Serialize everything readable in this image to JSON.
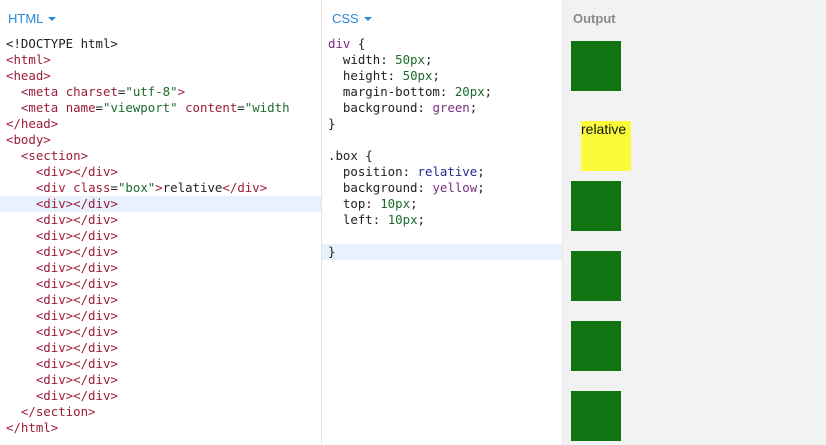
{
  "html_panel": {
    "title": "HTML",
    "lines": [
      {
        "segments": [
          {
            "t": "<!DOCTYPE html>",
            "c": "plain"
          }
        ]
      },
      {
        "segments": [
          {
            "t": "<html>",
            "c": "tag"
          }
        ]
      },
      {
        "segments": [
          {
            "t": "<head>",
            "c": "tag"
          }
        ]
      },
      {
        "segments": [
          {
            "t": "  ",
            "c": "plain"
          },
          {
            "t": "<meta ",
            "c": "tag"
          },
          {
            "t": "charset",
            "c": "attr"
          },
          {
            "t": "=",
            "c": "plain"
          },
          {
            "t": "\"utf-8\"",
            "c": "str"
          },
          {
            "t": ">",
            "c": "tag"
          }
        ]
      },
      {
        "segments": [
          {
            "t": "  ",
            "c": "plain"
          },
          {
            "t": "<meta ",
            "c": "tag"
          },
          {
            "t": "name",
            "c": "attr"
          },
          {
            "t": "=",
            "c": "plain"
          },
          {
            "t": "\"viewport\"",
            "c": "str"
          },
          {
            "t": " content",
            "c": "attr"
          },
          {
            "t": "=",
            "c": "plain"
          },
          {
            "t": "\"width",
            "c": "str"
          }
        ]
      },
      {
        "segments": [
          {
            "t": "</head>",
            "c": "tag"
          }
        ]
      },
      {
        "segments": [
          {
            "t": "<body>",
            "c": "tag"
          }
        ]
      },
      {
        "segments": [
          {
            "t": "  ",
            "c": "plain"
          },
          {
            "t": "<section>",
            "c": "tag"
          }
        ]
      },
      {
        "segments": [
          {
            "t": "    ",
            "c": "plain"
          },
          {
            "t": "<div></div>",
            "c": "tag"
          }
        ]
      },
      {
        "segments": [
          {
            "t": "    ",
            "c": "plain"
          },
          {
            "t": "<div ",
            "c": "tag"
          },
          {
            "t": "class",
            "c": "attr"
          },
          {
            "t": "=",
            "c": "plain"
          },
          {
            "t": "\"box\"",
            "c": "str"
          },
          {
            "t": ">",
            "c": "tag"
          },
          {
            "t": "relative",
            "c": "plain"
          },
          {
            "t": "</div>",
            "c": "tag"
          }
        ]
      },
      {
        "segments": [
          {
            "t": "    ",
            "c": "plain"
          },
          {
            "t": "<div></div>",
            "c": "tag"
          }
        ],
        "active": true
      },
      {
        "segments": [
          {
            "t": "    ",
            "c": "plain"
          },
          {
            "t": "<div></div>",
            "c": "tag"
          }
        ]
      },
      {
        "segments": [
          {
            "t": "    ",
            "c": "plain"
          },
          {
            "t": "<div></div>",
            "c": "tag"
          }
        ]
      },
      {
        "segments": [
          {
            "t": "    ",
            "c": "plain"
          },
          {
            "t": "<div></div>",
            "c": "tag"
          }
        ]
      },
      {
        "segments": [
          {
            "t": "    ",
            "c": "plain"
          },
          {
            "t": "<div></div>",
            "c": "tag"
          }
        ]
      },
      {
        "segments": [
          {
            "t": "    ",
            "c": "plain"
          },
          {
            "t": "<div></div>",
            "c": "tag"
          }
        ]
      },
      {
        "segments": [
          {
            "t": "    ",
            "c": "plain"
          },
          {
            "t": "<div></div>",
            "c": "tag"
          }
        ]
      },
      {
        "segments": [
          {
            "t": "    ",
            "c": "plain"
          },
          {
            "t": "<div></div>",
            "c": "tag"
          }
        ]
      },
      {
        "segments": [
          {
            "t": "    ",
            "c": "plain"
          },
          {
            "t": "<div></div>",
            "c": "tag"
          }
        ]
      },
      {
        "segments": [
          {
            "t": "    ",
            "c": "plain"
          },
          {
            "t": "<div></div>",
            "c": "tag"
          }
        ]
      },
      {
        "segments": [
          {
            "t": "    ",
            "c": "plain"
          },
          {
            "t": "<div></div>",
            "c": "tag"
          }
        ]
      },
      {
        "segments": [
          {
            "t": "    ",
            "c": "plain"
          },
          {
            "t": "<div></div>",
            "c": "tag"
          }
        ]
      },
      {
        "segments": [
          {
            "t": "    ",
            "c": "plain"
          },
          {
            "t": "<div></div>",
            "c": "tag"
          }
        ]
      },
      {
        "segments": [
          {
            "t": "  ",
            "c": "plain"
          },
          {
            "t": "</section>",
            "c": "tag"
          }
        ]
      },
      {
        "segments": [
          {
            "t": "</html>",
            "c": "tag"
          }
        ]
      }
    ]
  },
  "css_panel": {
    "title": "CSS",
    "lines": [
      {
        "segments": [
          {
            "t": "div",
            "c": "sel"
          },
          {
            "t": " {",
            "c": "plain"
          }
        ]
      },
      {
        "segments": [
          {
            "t": "  width: ",
            "c": "plain"
          },
          {
            "t": "50px",
            "c": "num"
          },
          {
            "t": ";",
            "c": "plain"
          }
        ]
      },
      {
        "segments": [
          {
            "t": "  height: ",
            "c": "plain"
          },
          {
            "t": "50px",
            "c": "num"
          },
          {
            "t": ";",
            "c": "plain"
          }
        ]
      },
      {
        "segments": [
          {
            "t": "  margin-bottom: ",
            "c": "plain"
          },
          {
            "t": "20px",
            "c": "num"
          },
          {
            "t": ";",
            "c": "plain"
          }
        ]
      },
      {
        "segments": [
          {
            "t": "  background: ",
            "c": "plain"
          },
          {
            "t": "green",
            "c": "sel"
          },
          {
            "t": ";",
            "c": "plain"
          }
        ]
      },
      {
        "segments": [
          {
            "t": "}",
            "c": "plain"
          }
        ]
      },
      {
        "segments": [
          {
            "t": "",
            "c": "plain"
          }
        ]
      },
      {
        "segments": [
          {
            "t": ".box {",
            "c": "plain"
          }
        ]
      },
      {
        "segments": [
          {
            "t": "  position: ",
            "c": "plain"
          },
          {
            "t": "relative",
            "c": "kw"
          },
          {
            "t": ";",
            "c": "plain"
          }
        ]
      },
      {
        "segments": [
          {
            "t": "  background: ",
            "c": "plain"
          },
          {
            "t": "yellow",
            "c": "sel"
          },
          {
            "t": ";",
            "c": "plain"
          }
        ]
      },
      {
        "segments": [
          {
            "t": "  top: ",
            "c": "plain"
          },
          {
            "t": "10px",
            "c": "num"
          },
          {
            "t": ";",
            "c": "plain"
          }
        ]
      },
      {
        "segments": [
          {
            "t": "  left: ",
            "c": "plain"
          },
          {
            "t": "10px",
            "c": "num"
          },
          {
            "t": ";",
            "c": "plain"
          }
        ]
      },
      {
        "segments": [
          {
            "t": "",
            "c": "plain"
          }
        ]
      },
      {
        "segments": [
          {
            "t": "}",
            "c": "plain"
          }
        ],
        "active": true
      }
    ]
  },
  "output_panel": {
    "title": "Output",
    "box_label": "relative"
  },
  "colors": {
    "accent": "#2a88d6",
    "green_box": "#137413",
    "yellow_box": "#fbfb3c",
    "active_line": "#e8f2ff"
  }
}
